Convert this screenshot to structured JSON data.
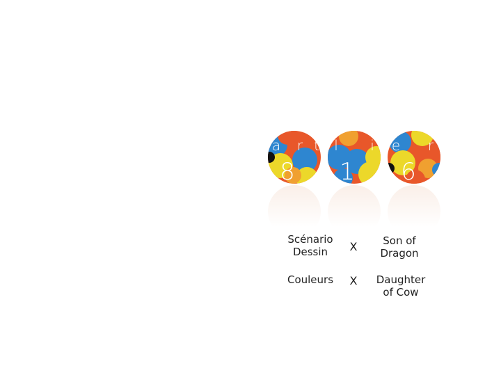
{
  "logo": {
    "letters": [
      "a",
      "r",
      "t",
      "l",
      "i",
      "e",
      "r"
    ],
    "numbers": [
      "8",
      "1",
      "6"
    ],
    "colors": {
      "orange": "#e8572a",
      "blue": "#2e86d0",
      "yellow": "#ecd82a",
      "amber": "#f0a030",
      "black": "#111111"
    }
  },
  "credits": {
    "row1": {
      "role": "Scénario\nDessin",
      "separator": "X",
      "name": "Son of\nDragon"
    },
    "row2": {
      "role": "Couleurs",
      "separator": "X",
      "name": "Daughter\nof Cow"
    }
  }
}
